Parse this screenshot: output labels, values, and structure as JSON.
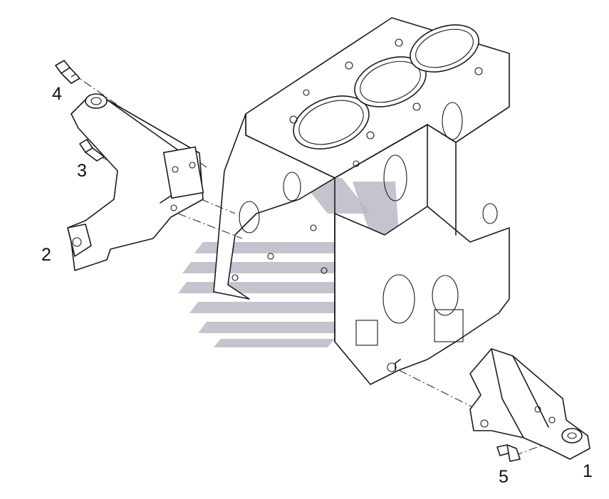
{
  "diagram": {
    "callouts": [
      {
        "id": "4",
        "label": "4",
        "part": "bolt-upper"
      },
      {
        "id": "3",
        "label": "3",
        "part": "bolt-side"
      },
      {
        "id": "2",
        "label": "2",
        "part": "bracket-left"
      },
      {
        "id": "5",
        "label": "5",
        "part": "bolt-lower"
      },
      {
        "id": "1",
        "label": "1",
        "part": "bracket-right"
      }
    ],
    "colors": {
      "line": "#1a1a1a",
      "watermark": "#b9bac6",
      "background": "#ffffff"
    }
  }
}
